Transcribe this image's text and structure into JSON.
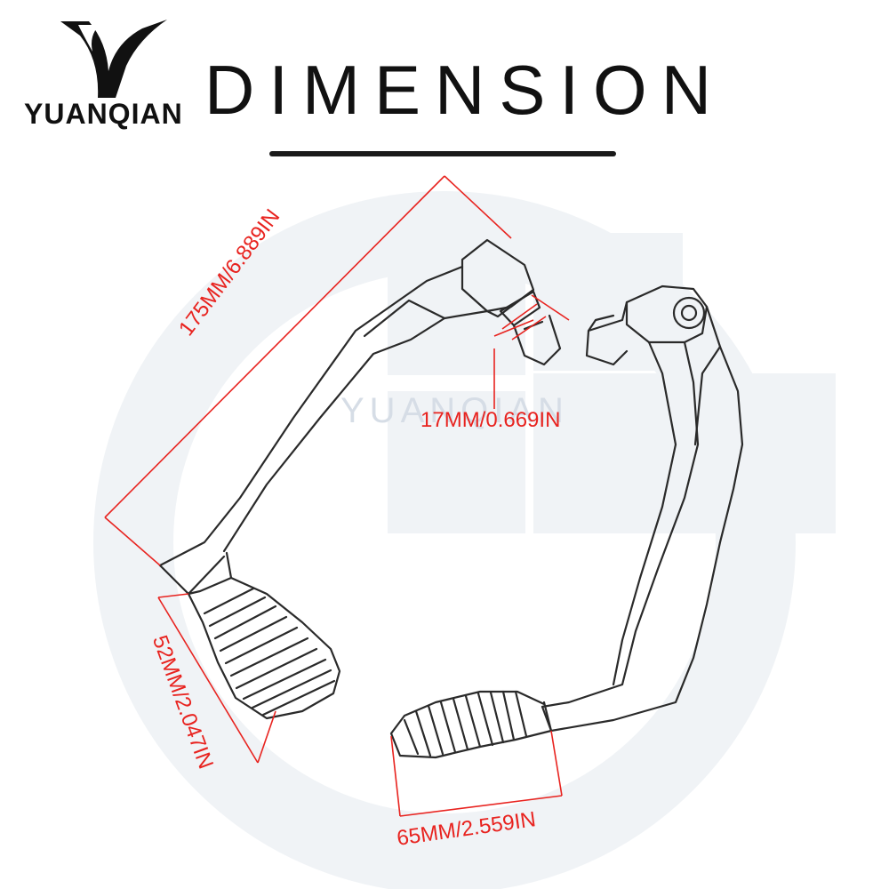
{
  "brand": {
    "name": "YUANQIAN",
    "watermark": "YUANQIAN"
  },
  "title": "DIMENSION",
  "dimensions": {
    "overall_length": "175MM/6.889IN",
    "mount_diameter": "17MM/0.669IN",
    "grip_length": "52MM/2.047IN",
    "grip_width": "65MM/2.559IN"
  },
  "colors": {
    "dimension_lines": "#e8231f",
    "outline": "#2a2a2a",
    "watermark": "#d6dde6"
  }
}
